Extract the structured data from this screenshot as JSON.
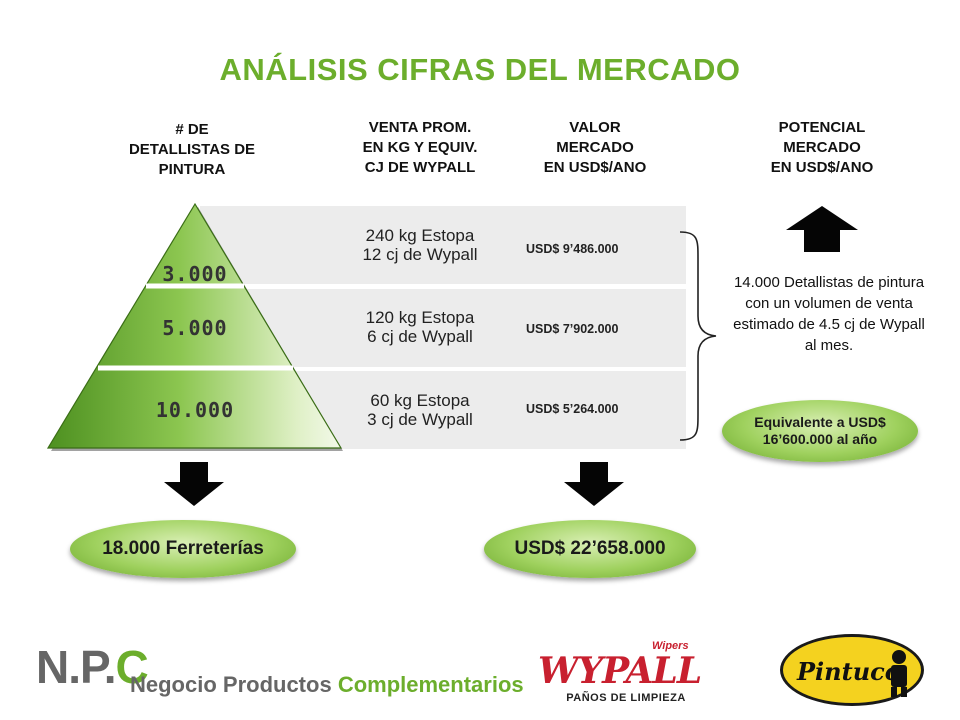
{
  "title": "ANÁLISIS CIFRAS DEL MERCADO",
  "headers": {
    "detallistas": "# DE\nDETALLISTAS DE\nPINTURA",
    "venta": "VENTA PROM.\nEN KG Y EQUIV.\nCJ DE WYPALL",
    "valor": "VALOR\nMERCADO\nEN USD$/ANO",
    "potencial": "POTENCIAL\nMERCADO\nEN USD$/ANO"
  },
  "tiers": [
    {
      "count": "3.000",
      "kg": "240 kg Estopa",
      "cj": "12 cj de Wypall",
      "usd": "USD$ 9’486.000"
    },
    {
      "count": "5.000",
      "kg": "120 kg Estopa",
      "cj": "6 cj de Wypall",
      "usd": "USD$ 7’902.000"
    },
    {
      "count": "10.000",
      "kg": "60 kg Estopa",
      "cj": "3 cj de Wypall",
      "usd": "USD$ 5’264.000"
    }
  ],
  "potencial_text": "14.000 Detallistas de pintura con un volumen de venta estimado de 4.5 cj de Wypall al mes.",
  "equivalente": {
    "line1": "Equivalente a USD$",
    "line2": "16’600.000 al año"
  },
  "totals": {
    "ferreterias": "18.000 Ferreterías",
    "usd": "USD$ 22’658.000"
  },
  "footer": {
    "npc_main": "N.P.",
    "npc_c": "C",
    "sub_gray": "Negocio Productos",
    "sub_green": "Complementarios"
  },
  "logos": {
    "wypall_small": "Wipers",
    "wypall_main": "WYPALL",
    "wypall_sub": "PAÑOS DE LIMPIEZA",
    "pintuco": "Pintuco"
  },
  "colors": {
    "accent_green": "#6cae2c",
    "band_gray": "#ececec",
    "logo_red": "#c8202f",
    "logo_yellow": "#f4d21f"
  }
}
